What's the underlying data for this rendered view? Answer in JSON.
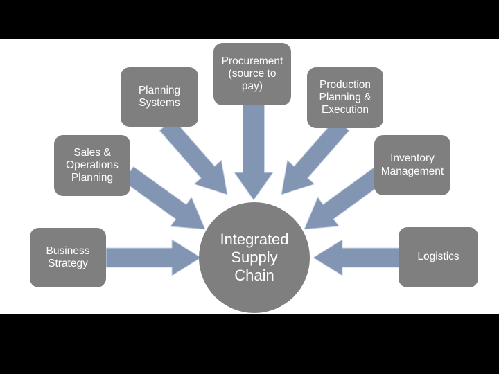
{
  "slide": {
    "background_color": "#ffffff",
    "letterbox_color": "#000000"
  },
  "diagram": {
    "colors": {
      "node_fill": "#7f7f7f",
      "node_text": "#ffffff",
      "arrow_fill": "#8296b4"
    },
    "center": {
      "id": "integrated-supply-chain",
      "label": "Integrated\nSupply\nChain"
    },
    "nodes": [
      {
        "id": "business-strategy",
        "label": "Business\nStrategy"
      },
      {
        "id": "sales-operations-planning",
        "label": "Sales &\nOperations\nPlanning"
      },
      {
        "id": "planning-systems",
        "label": "Planning\nSystems"
      },
      {
        "id": "procurement-source-to-pay",
        "label": "Procurement\n(source to\npay)"
      },
      {
        "id": "production-planning-execution",
        "label": "Production\nPlanning &\nExecution"
      },
      {
        "id": "inventory-management",
        "label": "Inventory\nManagement"
      },
      {
        "id": "logistics",
        "label": "Logistics"
      }
    ]
  }
}
